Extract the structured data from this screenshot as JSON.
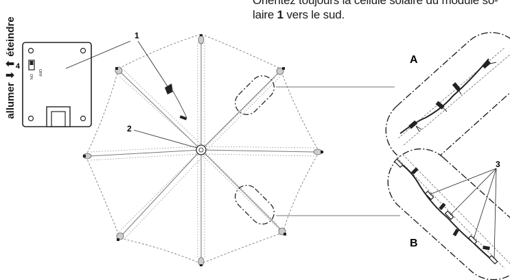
{
  "instruction": {
    "line1": "Orientez toujours la cellule solaire du module so-",
    "line2_prefix": "laire ",
    "line2_num": "1",
    "line2_suffix": " vers le sud."
  },
  "switch_module": {
    "label_on_off": "allumer ⬇ ⬆ éteindre",
    "number": "4",
    "off": "OFF",
    "on": "ON"
  },
  "callouts": {
    "c1": "1",
    "c2": "2",
    "c3": "3",
    "A": "A",
    "B": "B"
  }
}
